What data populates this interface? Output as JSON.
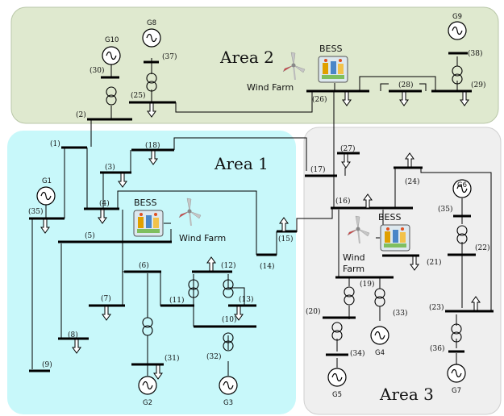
{
  "areas": {
    "a1": "Area 1",
    "a2": "Area 2",
    "a3": "Area 3"
  },
  "colors": {
    "area1": "#c8f8fa",
    "area2": "#dfe9cf",
    "area3": "#efefef"
  },
  "bess_label": "BESS",
  "wind_farm_label": "Wind Farm",
  "wind_farm_label_area3": [
    "Wind",
    "Farm"
  ],
  "buses": {
    "b1": "(1)",
    "b2": "(2)",
    "b3": "(3)",
    "b4": "(4)",
    "b5": "(5)",
    "b6": "(6)",
    "b7": "(7)",
    "b8": "(8)",
    "b9": "(9)",
    "b10": "(10)",
    "b11": "(11)",
    "b12": "(12)",
    "b13": "(13)",
    "b14": "(14)",
    "b15": "(15)",
    "b16": "(16)",
    "b17": "(17)",
    "b18": "(18)",
    "b19": "(19)",
    "b20": "(20)",
    "b21": "(21)",
    "b22": "(22)",
    "b23": "(23)",
    "b24": "(24)",
    "b25": "(25)",
    "b26": "(26)",
    "b27": "(27)",
    "b28": "(28)",
    "b29": "(29)",
    "b30": "(30)",
    "b31": "(31)",
    "b32": "(32)",
    "b33": "(33)",
    "b34": "(34)",
    "b35": "(35)",
    "b35b": "(35)",
    "b36": "(36)",
    "b37": "(37)",
    "b38": "(38)"
  },
  "generators": {
    "g1": "G1",
    "g2": "G2",
    "g3": "G3",
    "g4": "G4",
    "g5": "G5",
    "g6": "G6",
    "g7": "G7",
    "g8": "G8",
    "g9": "G9",
    "g10": "G10"
  }
}
